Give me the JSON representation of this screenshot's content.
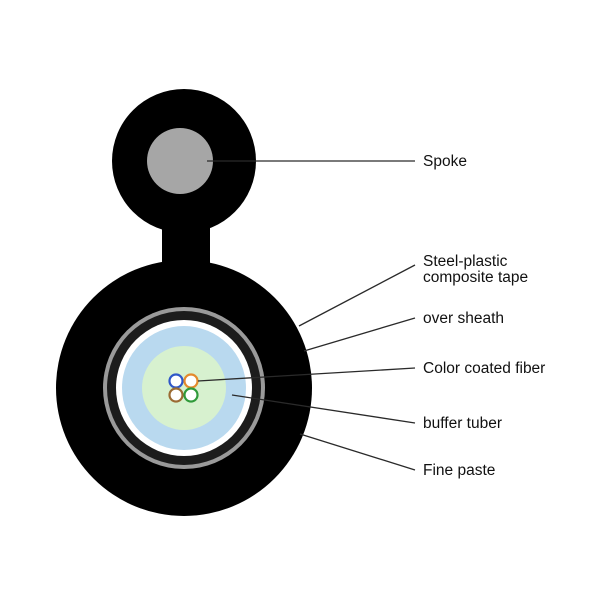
{
  "labels": {
    "spoke": "Spoke",
    "steel_tape_line1": "Steel-plastic",
    "steel_tape_line2": "composite tape",
    "over_sheath": "over sheath",
    "color_fiber": "Color coated fiber",
    "buffer_tube": "buffer tuber",
    "fine_paste": "Fine paste"
  },
  "colors": {
    "background": "#ffffff",
    "jacket": "#000000",
    "spoke_core": "#a6a6a6",
    "steel_tape": "#9a9a9a",
    "buffer_tube": "#b9d9ef",
    "fine_paste": "#d7f1cf",
    "fiber_blue": "#2f57c8",
    "fiber_orange": "#e48a2c",
    "fiber_brown": "#9b6b33",
    "fiber_green": "#2f9a3a"
  },
  "icons": {
    "fiber_bundle": "four-fiber-circles-icon"
  }
}
